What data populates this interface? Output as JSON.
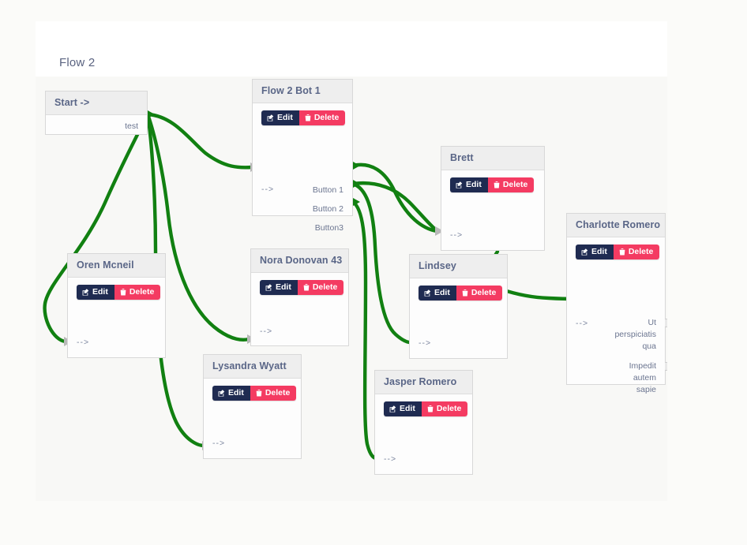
{
  "header": {
    "title": "Flow 2"
  },
  "colors": {
    "edge": "#118011",
    "node_header_bg": "#eeeeee",
    "node_bg": "#fdfdfd",
    "node_border": "#d8d8d8",
    "edit_button": "#1f2b51",
    "delete_button": "#f43b62",
    "canvas_bg": "#f8f8f6",
    "header_band_bg": "#ffffff",
    "text": "#5a6687"
  },
  "buttons": {
    "edit_label": "Edit",
    "delete_label": "Delete"
  },
  "nodes": [
    {
      "id": "start",
      "title": "Start ->",
      "has_actions": false,
      "in_port": null,
      "out_ports": [
        "test"
      ]
    },
    {
      "id": "flow2bot1",
      "title": "Flow 2 Bot 1",
      "has_actions": true,
      "in_port": "-->",
      "out_ports": [
        "Button 1",
        "Button 2",
        "Button3"
      ]
    },
    {
      "id": "oren",
      "title": "Oren Mcneil",
      "has_actions": true,
      "in_port": "-->",
      "out_ports": []
    },
    {
      "id": "nora",
      "title": "Nora Donovan 43",
      "has_actions": true,
      "in_port": "-->",
      "out_ports": []
    },
    {
      "id": "lysandra",
      "title": "Lysandra Wyatt",
      "has_actions": true,
      "in_port": "-->",
      "out_ports": []
    },
    {
      "id": "brett",
      "title": "Brett",
      "has_actions": true,
      "in_port": "-->",
      "out_ports": []
    },
    {
      "id": "lindsey",
      "title": "Lindsey",
      "has_actions": true,
      "in_port": "-->",
      "out_ports": []
    },
    {
      "id": "jasper",
      "title": "Jasper Romero",
      "has_actions": true,
      "in_port": "-->",
      "out_ports": []
    },
    {
      "id": "charlotte",
      "title": "Charlotte Romero",
      "has_actions": true,
      "in_port": "-->",
      "out_ports": [
        "Ut perspiciatis qua",
        "Impedit autem sapie"
      ]
    }
  ],
  "node_text": {
    "start_title": "Start ->",
    "start_out_test": "test",
    "bot_title": "Flow 2 Bot 1",
    "bot_in": "-->",
    "bot_btn1": "Button 1",
    "bot_btn2": "Button 2",
    "bot_btn3": "Button3",
    "oren_title": "Oren Mcneil",
    "oren_in": "-->",
    "nora_title": "Nora Donovan 43",
    "nora_in": "-->",
    "lysandra_title": "Lysandra Wyatt",
    "lysandra_in": "-->",
    "brett_title": "Brett",
    "brett_in": "-->",
    "lindsey_title": "Lindsey",
    "lindsey_in": "-->",
    "jasper_title": "Jasper Romero",
    "jasper_in": "-->",
    "charlotte_title": "Charlotte Romero",
    "charlotte_in": "-->",
    "charlotte_out1_l1": "Ut",
    "charlotte_out1_l2": "perspiciatis",
    "charlotte_out1_l3": "qua",
    "charlotte_out2_l1": "Impedit",
    "charlotte_out2_l2": "autem",
    "charlotte_out2_l3": "sapie"
  },
  "edges": [
    {
      "from": "start.test",
      "to": "flow2bot1.in"
    },
    {
      "from": "start.test",
      "to": "oren.in"
    },
    {
      "from": "start.test",
      "to": "nora.in"
    },
    {
      "from": "start.test",
      "to": "lysandra.in"
    },
    {
      "from": "flow2bot1.Button 1",
      "to": "brett.in"
    },
    {
      "from": "flow2bot1.Button 2",
      "to": "brett.in"
    },
    {
      "from": "flow2bot1.Button 2",
      "to": "lindsey.in"
    },
    {
      "from": "flow2bot1.Button3",
      "to": "jasper.in"
    },
    {
      "from": "brett.out",
      "to": "charlotte.in"
    },
    {
      "from": "lindsey.out",
      "to": "charlotte.in"
    }
  ]
}
